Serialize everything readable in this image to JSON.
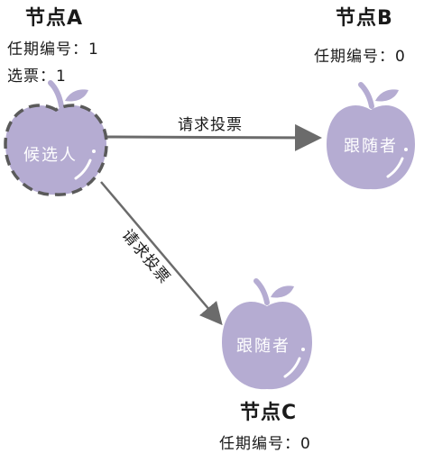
{
  "nodes": {
    "a": {
      "title": "节点A",
      "term": "任期编号：1",
      "votes": "选票：1",
      "role": "候选人"
    },
    "b": {
      "title": "节点B",
      "term": "任期编号：0",
      "role": "跟随者"
    },
    "c": {
      "title": "节点C",
      "term": "任期编号：0",
      "role": "跟随者"
    }
  },
  "edges": {
    "a_to_b": {
      "label": "请求投票"
    },
    "a_to_c": {
      "label": "请求投票"
    }
  },
  "colors": {
    "apple": "#b5acd2",
    "stem": "#b5acd2",
    "arrow": "#6b6b6b",
    "candidate_outline": "#5a5a5a",
    "role_text": "#ffffff"
  }
}
